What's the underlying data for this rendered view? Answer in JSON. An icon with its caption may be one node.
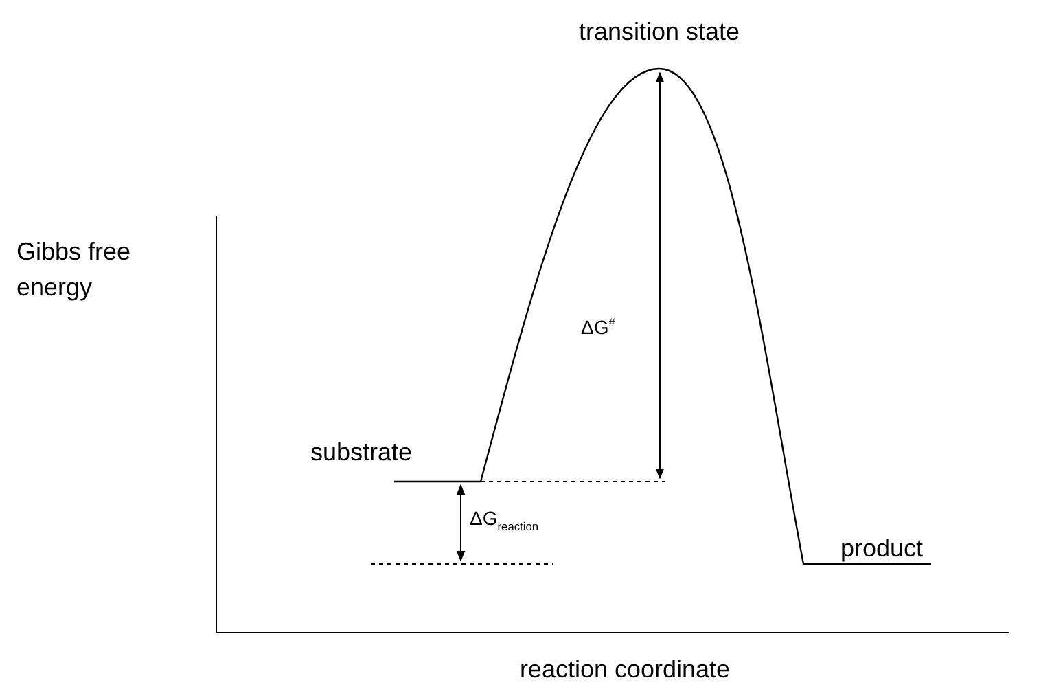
{
  "diagram": {
    "labels": [
      "transition state",
      "Gibbs free energy",
      "substrate",
      "ΔG$^{#}$",
      "ΔG$_{reaction}$",
      "product",
      "reaction coordinate"
    ]
  }
}
